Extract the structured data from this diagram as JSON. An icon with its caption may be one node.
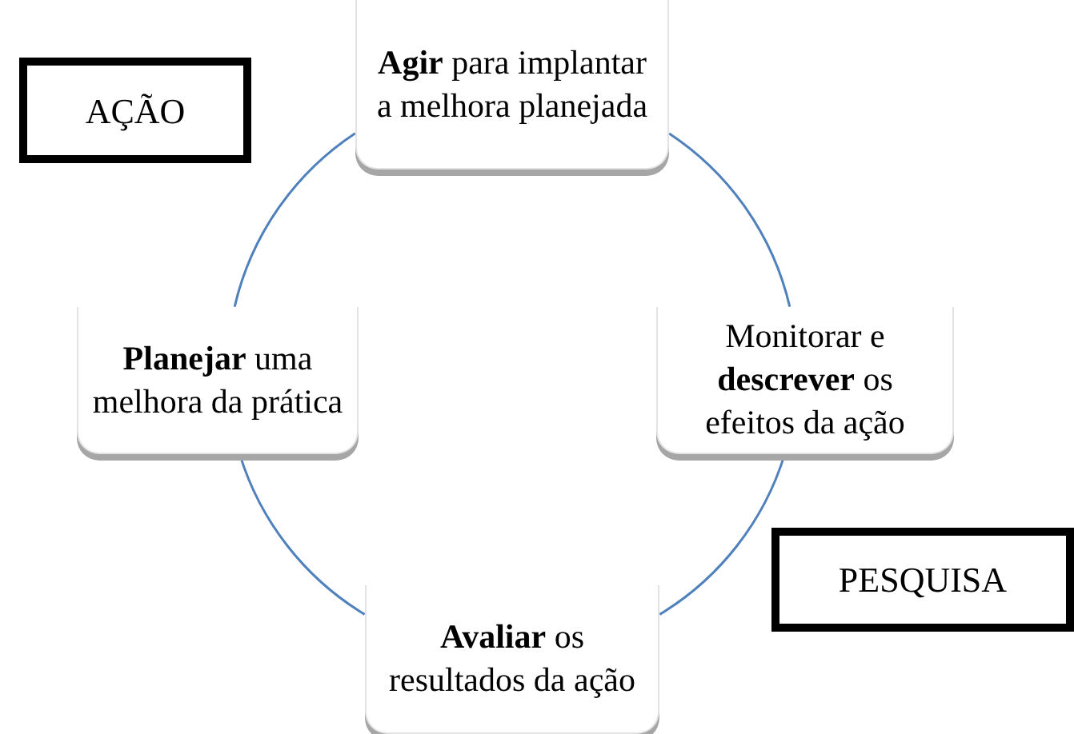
{
  "diagram": {
    "nodes": [
      {
        "text": [
          "**Agir** para implantar a melhora planejada"
        ]
      },
      {
        "text": [
          "AÇÃO"
        ]
      },
      {
        "text": [
          "**Planejar** uma melhora da prática"
        ]
      },
      {
        "text": [
          "Monitorar e **descrever** os efeitos da ação"
        ]
      },
      {
        "text": [
          "PESQUISA"
        ]
      },
      {
        "text": [
          "**Avaliar** os resultados da ação"
        ]
      }
    ],
    "edges": [
      {
        "from": 2,
        "to": 0,
        "arrow": "none",
        "color": "#4f81bd"
      },
      {
        "from": 0,
        "to": 3,
        "arrow": "none",
        "color": "#4f81bd"
      },
      {
        "from": 3,
        "to": 5,
        "arrow": "none",
        "color": "#4f81bd"
      },
      {
        "from": 5,
        "to": 2,
        "arrow": "none",
        "color": "#4f81bd"
      }
    ]
  }
}
